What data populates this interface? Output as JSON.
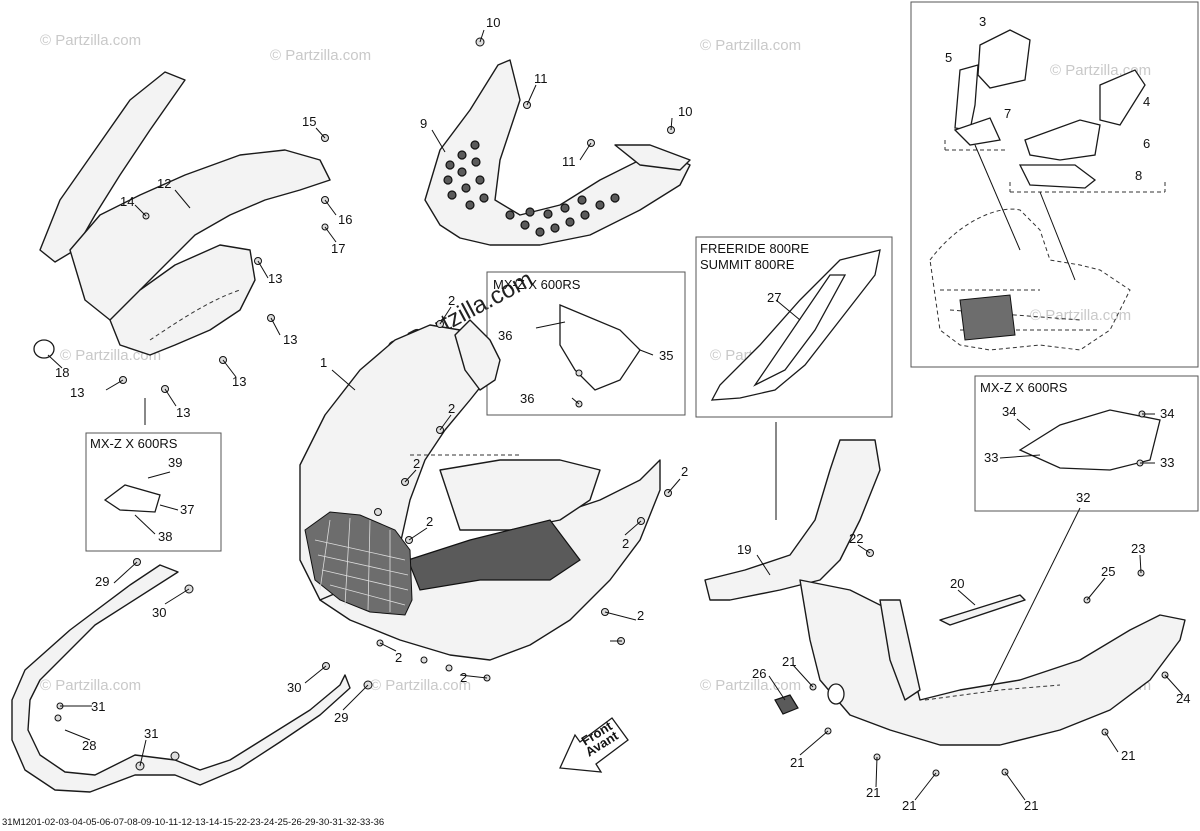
{
  "diagram": {
    "reference_code": "31M1201-02-03-04-05-06-07-08-09-10-11-12-13-14-15-22-23-24-25-26-29-30-31-32-33-36",
    "watermark": "© Partzilla.com",
    "watermark_center": "© Partzilla.com",
    "front_arrow": {
      "line1": "Front",
      "line2": "Avant"
    },
    "boxes": {
      "mxz_top": "MX-Z X 600RS",
      "freeride_line1": "FREERIDE 800RE",
      "freeride_line2": "SUMMIT 800RE",
      "mxz_left": "MX-Z X 600RS",
      "mxz_right": "MX-Z X 600RS"
    },
    "callouts": {
      "c1": "1",
      "c2a": "2",
      "c2b": "2",
      "c2c": "2",
      "c2d": "2",
      "c2e": "2",
      "c2f": "2",
      "c2g": "2",
      "c2h": "2",
      "c2i": "2",
      "c3": "3",
      "c4": "4",
      "c5": "5",
      "c6": "6",
      "c7": "7",
      "c8": "8",
      "c9": "9",
      "c10a": "10",
      "c10b": "10",
      "c11a": "11",
      "c11b": "11",
      "c12": "12",
      "c13a": "13",
      "c13b": "13",
      "c13c": "13",
      "c13d": "13",
      "c13e": "13",
      "c14": "14",
      "c15": "15",
      "c16": "16",
      "c17": "17",
      "c18": "18",
      "c19": "19",
      "c20": "20",
      "c21a": "21",
      "c21b": "21",
      "c21c": "21",
      "c21d": "21",
      "c21e": "21",
      "c21f": "21",
      "c22": "22",
      "c23": "23",
      "c24": "24",
      "c25": "25",
      "c26": "26",
      "c27": "27",
      "c28": "28",
      "c29a": "29",
      "c29b": "29",
      "c30a": "30",
      "c30b": "30",
      "c31a": "31",
      "c31b": "31",
      "c32": "32",
      "c33a": "33",
      "c33b": "33",
      "c34a": "34",
      "c34b": "34",
      "c35": "35",
      "c36a": "36",
      "c36b": "36",
      "c37": "37",
      "c38": "38",
      "c39": "39"
    }
  }
}
